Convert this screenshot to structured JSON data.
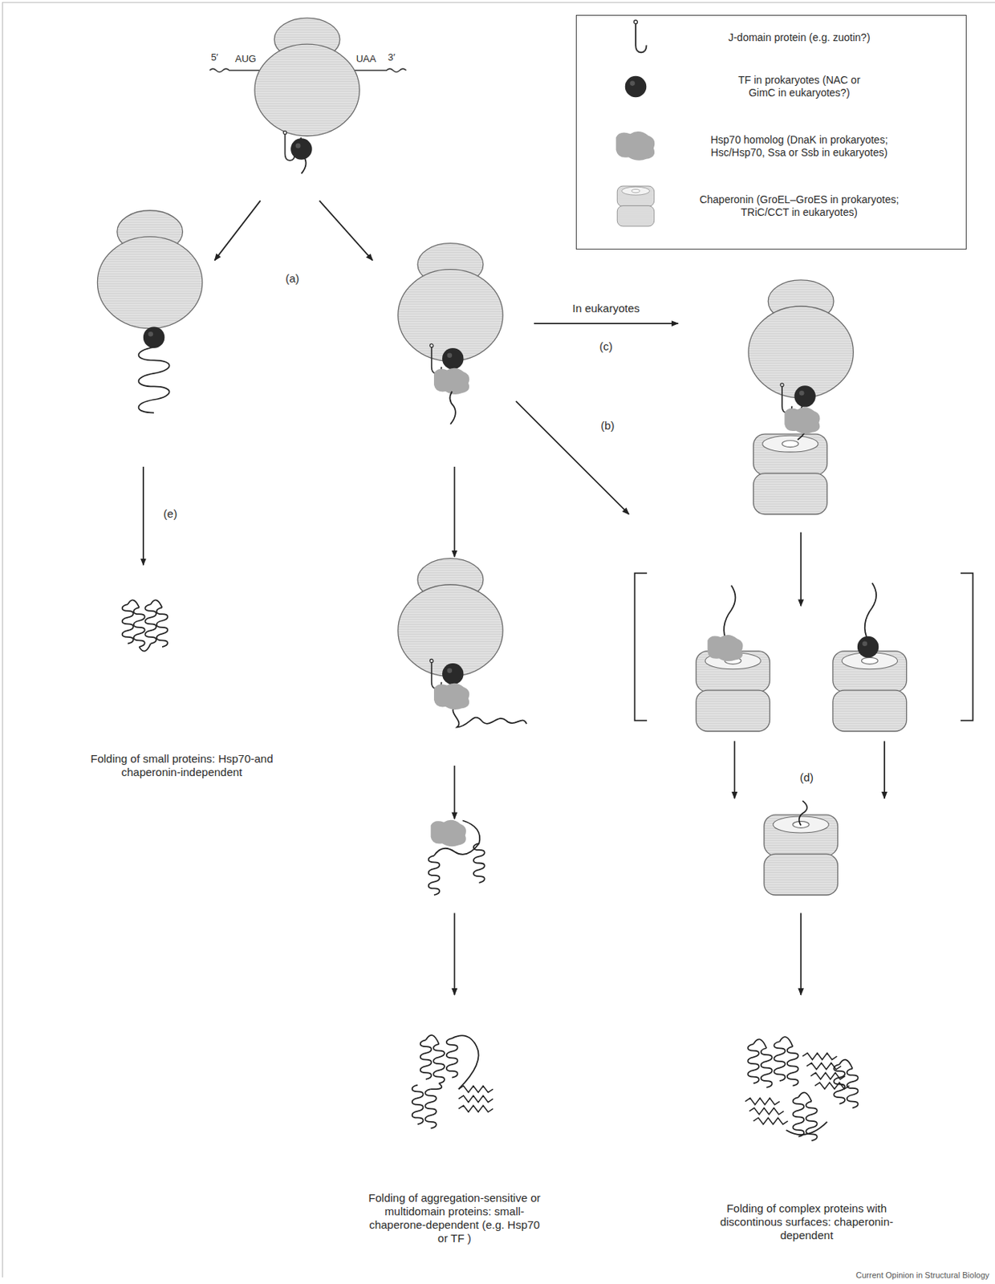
{
  "diagram": {
    "labels": [
      "5′",
      "AUG",
      "UAA",
      "3′",
      "(a)",
      "In eukaryotes",
      "(c)",
      "(b)",
      "(e)",
      "(d)",
      "Folding of small proteins: Hsp70-and chaperonin-independent",
      "Folding of aggregation-sensitive or multidomain proteins: small-chaperone-dependent (e.g. Hsp70 or TF )",
      "Folding of complex proteins with discontinous surfaces: chaperonin-dependent",
      "Current Opinion in Structural Biology"
    ],
    "legend": [
      {
        "text": "J-domain protein (e.g. zuotin?)"
      },
      {
        "text": "TF in prokaryotes (NAC or GimC in eukaryotes?)"
      },
      {
        "text": "Hsp70 homolog (DnaK in prokaryotes; Hsc/Hsp70, Ssa or Ssb in eukaryotes)"
      },
      {
        "text": "Chaperonin (GroEL–GroES in prokaryotes; TRiC/CCT in eukaryotes)"
      }
    ]
  }
}
